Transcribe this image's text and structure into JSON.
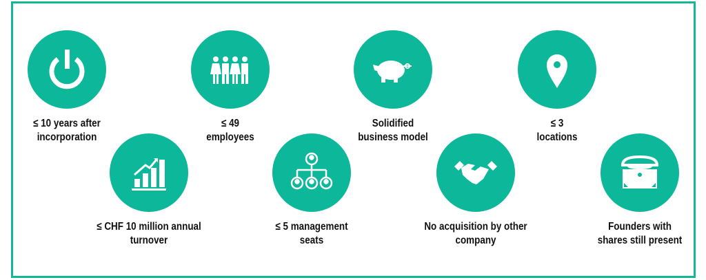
{
  "accent_color": "#0db799",
  "criteria": [
    {
      "icon": "power-icon",
      "lines": [
        "≤ 10 years after",
        "incorporation"
      ]
    },
    {
      "icon": "chart-growth-icon",
      "lines": [
        "≤ CHF 10 million annual",
        "turnover"
      ]
    },
    {
      "icon": "people-icon",
      "lines": [
        "≤ 49",
        "employees"
      ]
    },
    {
      "icon": "org-chart-icon",
      "lines": [
        "≤ 5 management",
        "seats"
      ]
    },
    {
      "icon": "piggy-bank-icon",
      "lines": [
        "Solidified",
        "business model"
      ]
    },
    {
      "icon": "handshake-icon",
      "lines": [
        "No acquisition by other",
        "company"
      ]
    },
    {
      "icon": "location-pin-icon",
      "lines": [
        "≤ 3",
        "locations"
      ]
    },
    {
      "icon": "treasure-chest-icon",
      "lines": [
        "Founders with",
        "shares still present"
      ]
    }
  ]
}
